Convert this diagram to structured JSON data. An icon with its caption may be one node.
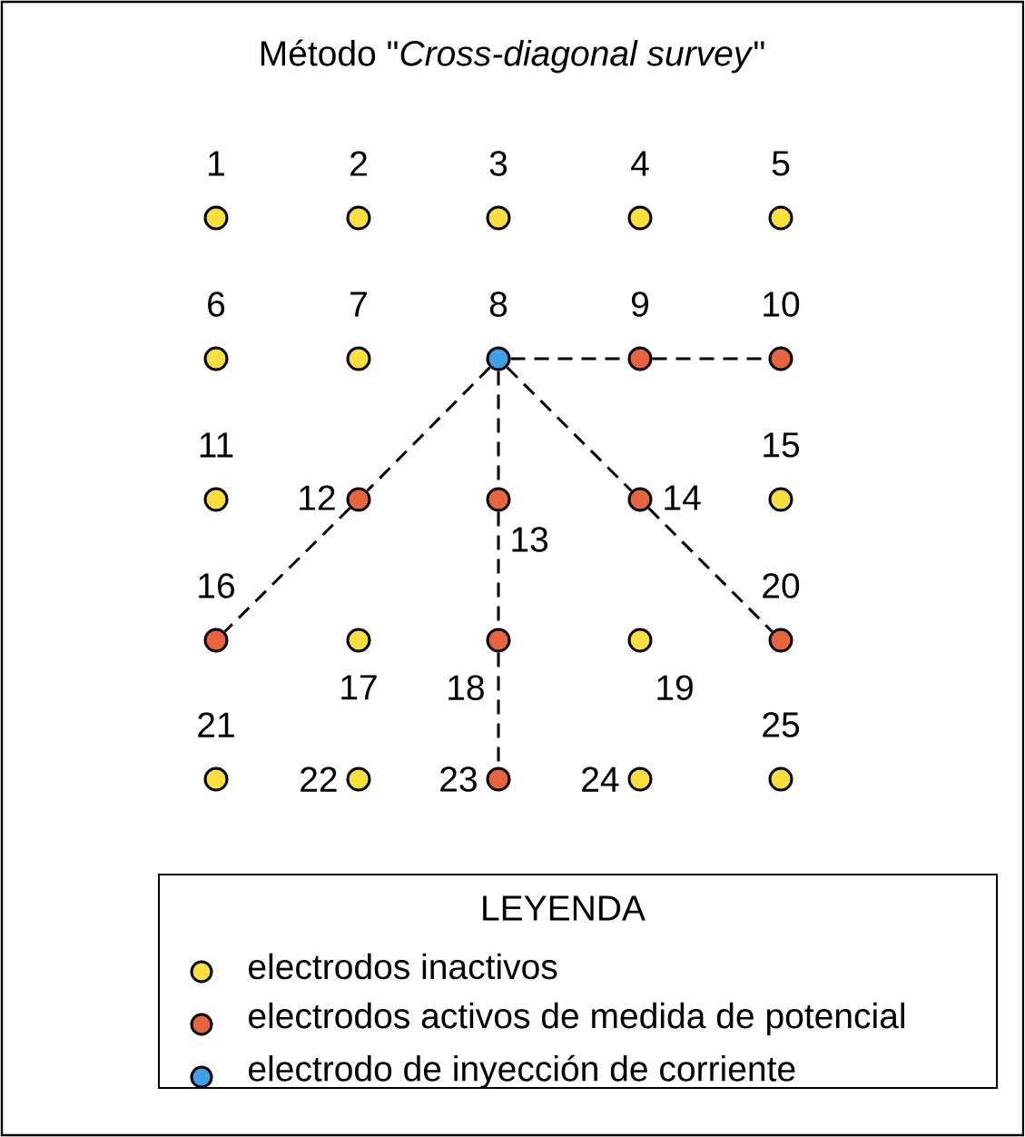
{
  "diagram": {
    "title": "Método \"*Cross-diagonal survey*\"",
    "nodes": [
      {
        "text": [],
        "shape": "circle",
        "beside": [
          "1"
        ]
      },
      {
        "text": [],
        "shape": "circle",
        "beside": [
          "2"
        ]
      },
      {
        "text": [],
        "shape": "circle",
        "beside": [
          "3"
        ]
      },
      {
        "text": [],
        "shape": "circle",
        "beside": [
          "4"
        ]
      },
      {
        "text": [],
        "shape": "circle",
        "beside": [
          "5"
        ]
      },
      {
        "text": [],
        "shape": "circle",
        "beside": [
          "6"
        ]
      },
      {
        "text": [],
        "shape": "circle",
        "beside": [
          "7"
        ]
      },
      {
        "text": [],
        "shape": "circle",
        "beside": [
          "8"
        ]
      },
      {
        "text": [],
        "shape": "circle",
        "beside": [
          "9"
        ]
      },
      {
        "text": [],
        "shape": "circle",
        "beside": [
          "10"
        ]
      },
      {
        "text": [],
        "shape": "circle",
        "beside": [
          "11"
        ]
      },
      {
        "text": [],
        "shape": "circle",
        "beside": [
          "12"
        ]
      },
      {
        "text": [],
        "shape": "circle",
        "beside": [
          "13"
        ]
      },
      {
        "text": [],
        "shape": "circle",
        "beside": [
          "14"
        ]
      },
      {
        "text": [],
        "shape": "circle",
        "beside": [
          "15"
        ]
      },
      {
        "text": [],
        "shape": "circle",
        "beside": [
          "16"
        ]
      },
      {
        "text": [],
        "shape": "circle",
        "beside": [
          "17"
        ]
      },
      {
        "text": [],
        "shape": "circle",
        "beside": [
          "18"
        ]
      },
      {
        "text": [],
        "shape": "circle",
        "beside": [
          "19"
        ]
      },
      {
        "text": [],
        "shape": "circle",
        "beside": [
          "20"
        ]
      },
      {
        "text": [],
        "shape": "circle",
        "beside": [
          "21"
        ]
      },
      {
        "text": [],
        "shape": "circle",
        "beside": [
          "22"
        ]
      },
      {
        "text": [],
        "shape": "circle",
        "beside": [
          "23"
        ]
      },
      {
        "text": [],
        "shape": "circle",
        "beside": [
          "24"
        ]
      },
      {
        "text": [],
        "shape": "circle",
        "beside": [
          "25"
        ]
      }
    ],
    "edges": [
      {
        "from": 7,
        "to": 8,
        "arrow": "none",
        "style": "dashed"
      },
      {
        "from": 8,
        "to": 9,
        "arrow": "none",
        "style": "dashed"
      },
      {
        "from": 7,
        "to": 11,
        "arrow": "none",
        "style": "dashed"
      },
      {
        "from": 11,
        "to": 15,
        "arrow": "none",
        "style": "dashed"
      },
      {
        "from": 7,
        "to": 12,
        "arrow": "none",
        "style": "dashed"
      },
      {
        "from": 12,
        "to": 17,
        "arrow": "none",
        "style": "dashed"
      },
      {
        "from": 17,
        "to": 22,
        "arrow": "none",
        "style": "dashed"
      },
      {
        "from": 7,
        "to": 13,
        "arrow": "none",
        "style": "dashed"
      },
      {
        "from": 13,
        "to": 19,
        "arrow": "none",
        "style": "dashed"
      }
    ],
    "labels": [
      "LEYENDA"
    ],
    "legend": [
      {
        "text": "electrodos inactivos",
        "color": "#f7e03c"
      },
      {
        "text": "electrodos activos de medida de potencial",
        "color": "#e8643c"
      },
      {
        "text": "electrodo de inyección de corriente",
        "color": "#3fa0e8"
      }
    ]
  }
}
